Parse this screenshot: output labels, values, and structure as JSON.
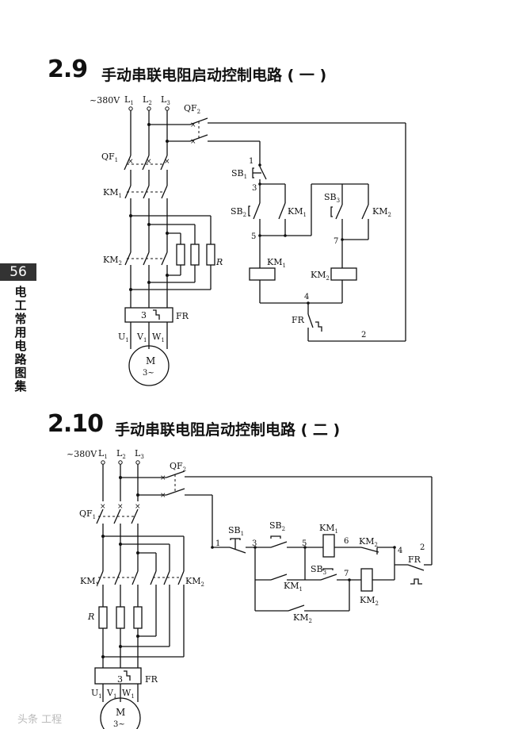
{
  "page_number": "56",
  "side_label": "电工常用电路图集",
  "watermark": "头条 工程",
  "section1": {
    "number": "2.9",
    "title": "手动串联电阻启动控制电路 ( 一 )",
    "labels": {
      "voltage": "~380V",
      "L1": "L",
      "L1s": "1",
      "L2": "L",
      "L2s": "2",
      "L3": "L",
      "L3s": "3",
      "QF2": "QF",
      "QF2s": "2",
      "QF1": "QF",
      "QF1s": "1",
      "KM1": "KM",
      "KM1s": "1",
      "KM2": "KM",
      "KM2s": "2",
      "R": "R",
      "FR": "FR",
      "fr3": "3",
      "U1": "U",
      "U1s": "1",
      "V1": "V",
      "V1s": "1",
      "W1": "W",
      "W1s": "1",
      "motor_m": "M",
      "motor_3": "3~",
      "SB1": "SB",
      "SB1s": "1",
      "SB2": "SB",
      "SB2s": "2",
      "SB3": "SB",
      "SB3s": "3",
      "KM1c": "KM",
      "KM1cs": "1",
      "KM2c": "KM",
      "KM2cs": "2",
      "KM1coil": "KM",
      "KM1coils": "1",
      "KM2coil": "KM",
      "KM2coils": "2",
      "FRc": "FR",
      "n1": "1",
      "n3": "3",
      "n5": "5",
      "n7": "7",
      "n4": "4",
      "n2": "2"
    }
  },
  "section2": {
    "number": "2.10",
    "title": "手动串联电阻启动控制电路 ( 二 )",
    "labels": {
      "voltage": "~380V",
      "L1": "L",
      "L1s": "1",
      "L2": "L",
      "L2s": "2",
      "L3": "L",
      "L3s": "3",
      "QF2": "QF",
      "QF2s": "2",
      "QF1": "QF",
      "QF1s": "1",
      "KM1": "KM",
      "KM1s": "1",
      "KM2": "KM",
      "KM2s": "2",
      "R": "R",
      "FR": "FR",
      "fr3": "3",
      "U1": "U",
      "U1s": "1",
      "V1": "V",
      "V1s": "1",
      "W1": "W",
      "W1s": "1",
      "motor_m": "M",
      "motor_3": "3~",
      "SB1": "SB",
      "SB1s": "1",
      "SB2": "SB",
      "SB2s": "2",
      "SB3": "SB",
      "SB3s": "3",
      "KM1coil": "KM",
      "KM1coils": "1",
      "KM2c": "KM",
      "KM2cs": "2",
      "KM1c": "KM",
      "KM1cs": "1",
      "KM2coil": "KM",
      "KM2coils": "2",
      "KM2b": "KM",
      "KM2bs": "2",
      "FRc": "FR",
      "n1": "1",
      "n3": "3",
      "n5": "5",
      "n6": "6",
      "n7": "7",
      "n4": "4",
      "n2": "2"
    }
  }
}
